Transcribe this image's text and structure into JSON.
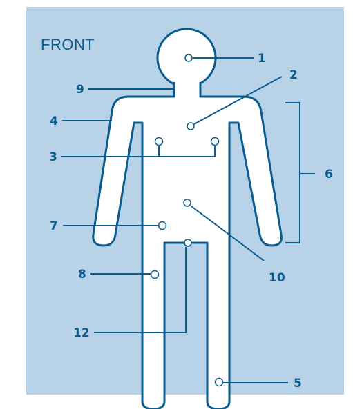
{
  "diagram": {
    "title": "FRONT",
    "colors": {
      "background": "#b8d3e8",
      "stroke": "#0a5b8e",
      "body_fill": "#ffffff"
    },
    "labels": {
      "l1": "1",
      "l2": "2",
      "l3": "3",
      "l4": "4",
      "l5": "5",
      "l6": "6",
      "l7": "7",
      "l8": "8",
      "l9": "9",
      "l10": "10",
      "l12": "12"
    }
  }
}
